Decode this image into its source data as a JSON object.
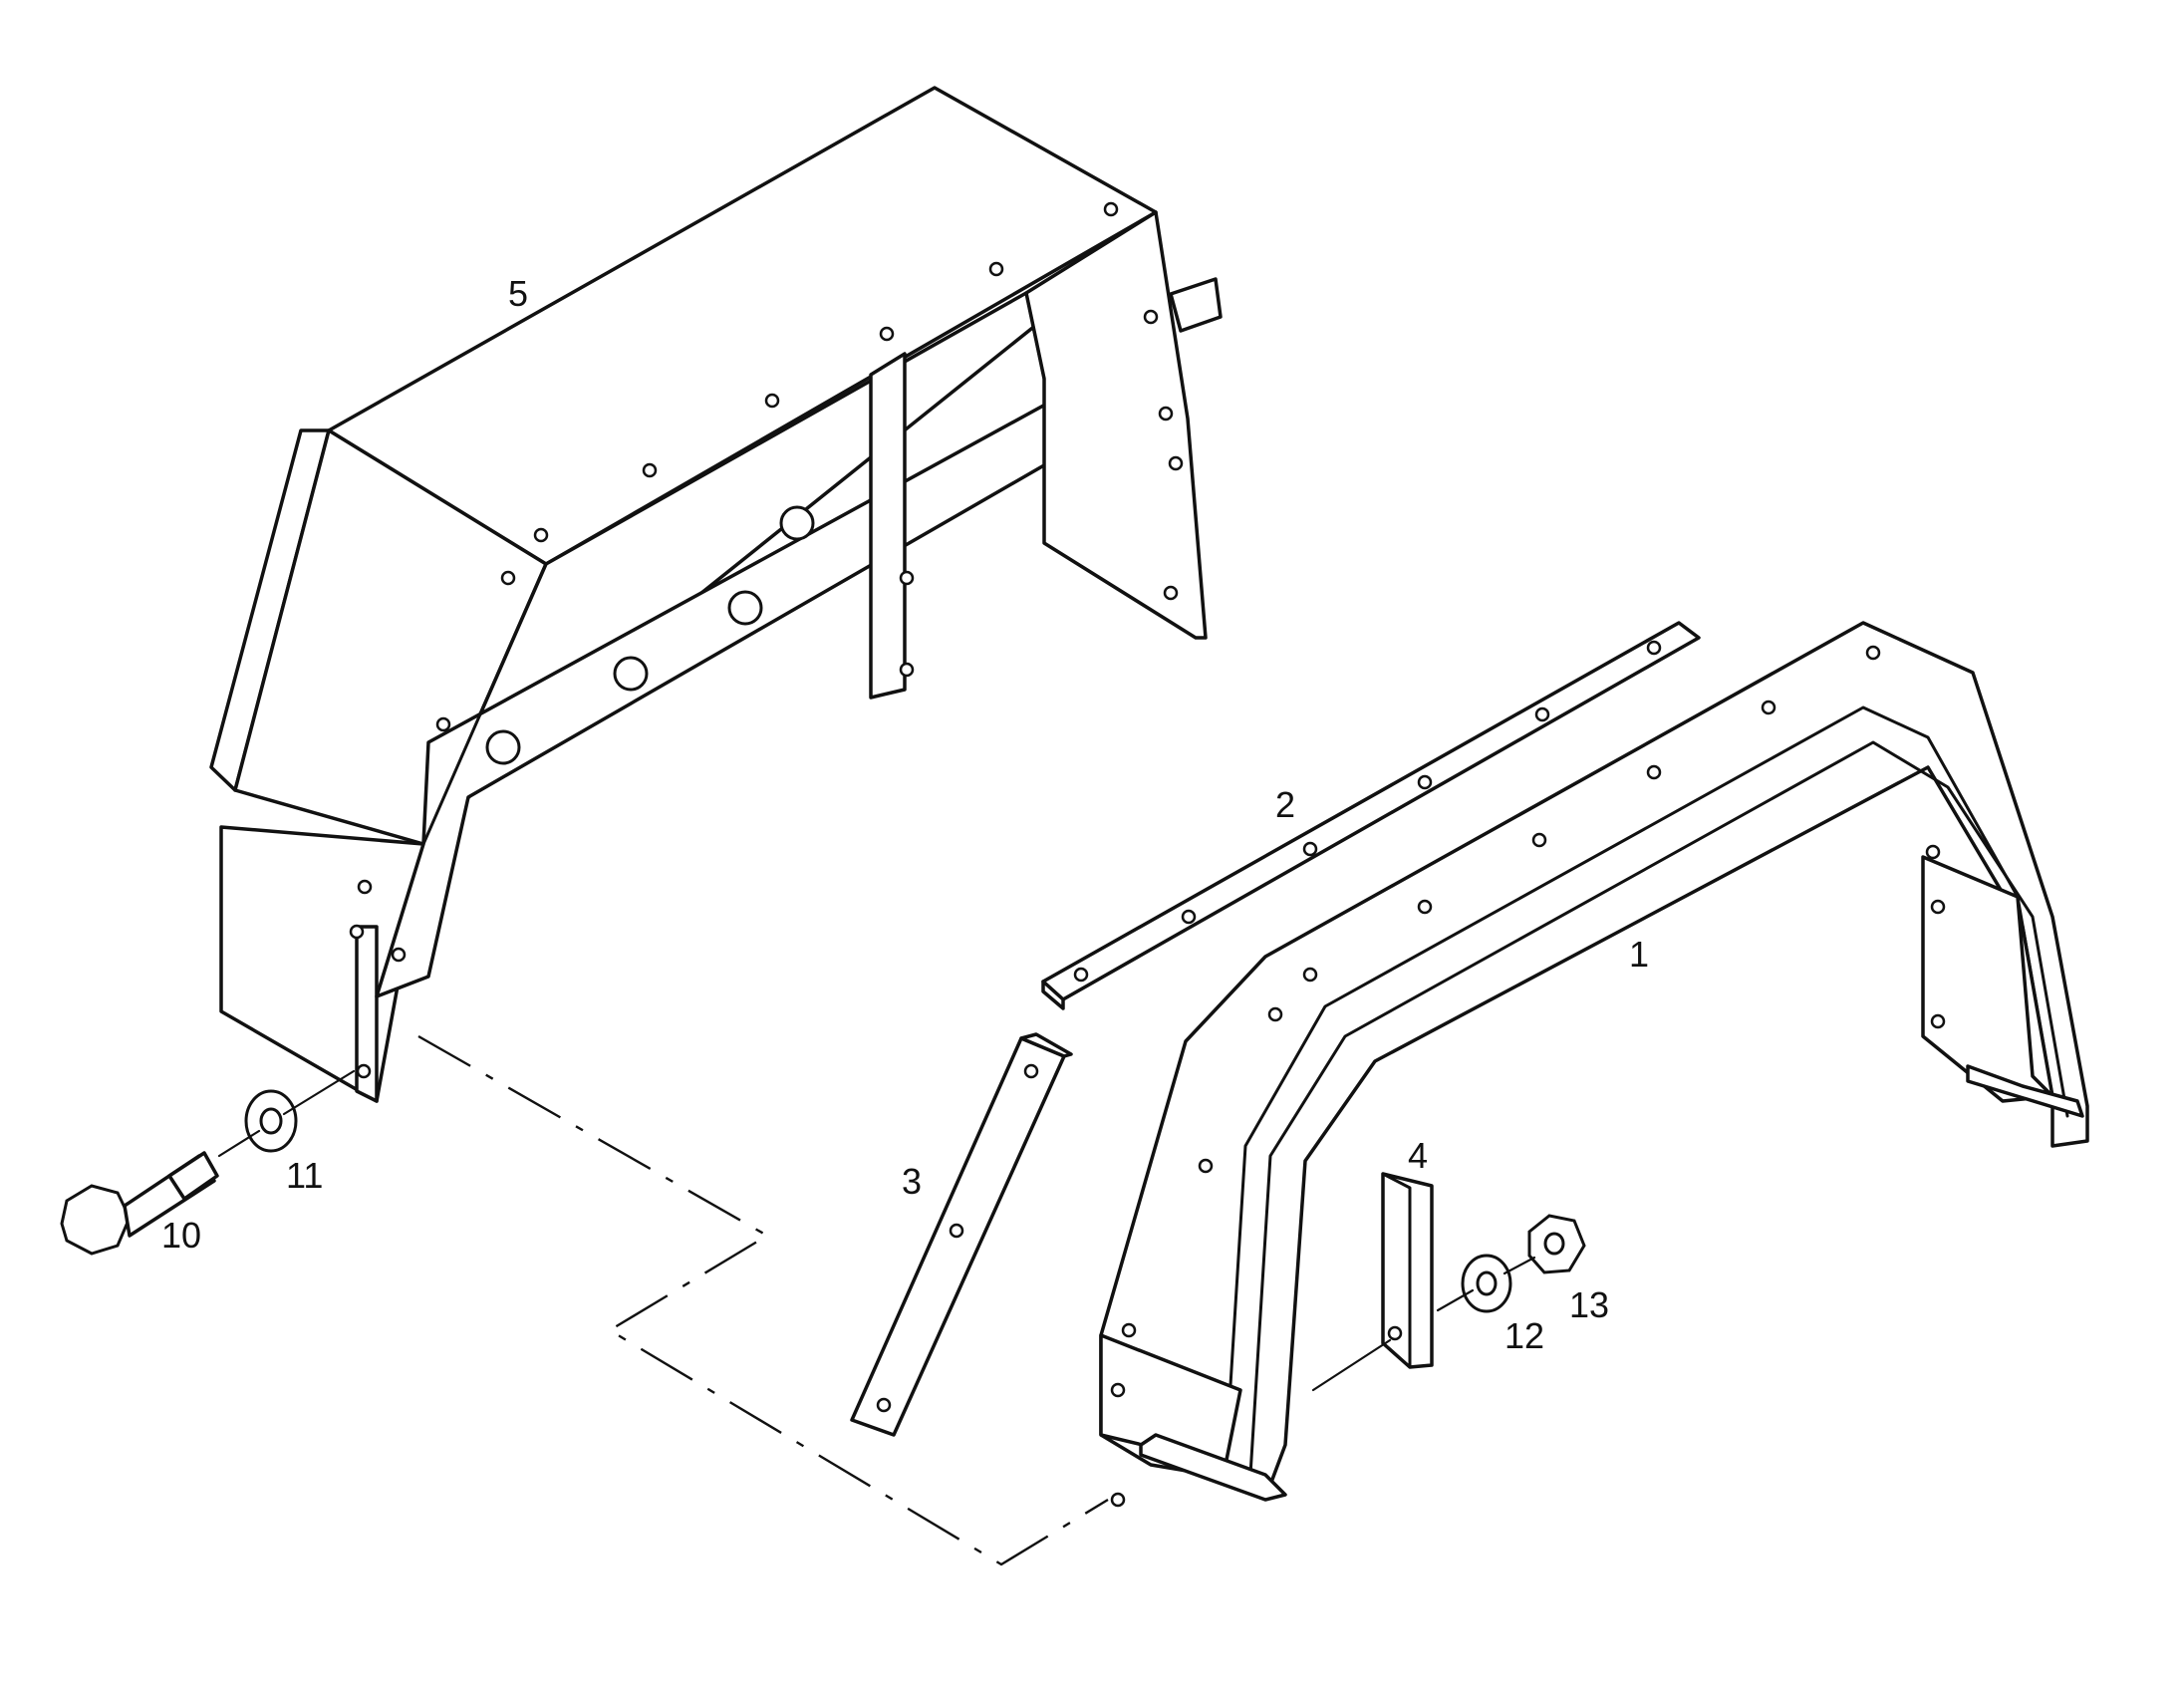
{
  "callouts": {
    "p1": "1",
    "p2": "2",
    "p3": "3",
    "p4": "4",
    "p5": "5",
    "p10": "10",
    "p11": "11",
    "p12": "12",
    "p13": "13"
  },
  "colors": {
    "ink": "#111111",
    "paper": "#ffffff"
  }
}
